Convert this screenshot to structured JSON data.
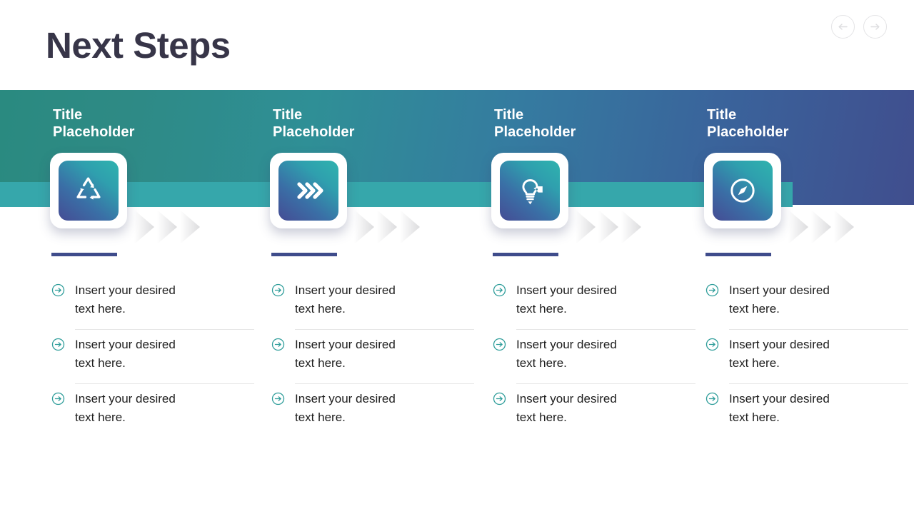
{
  "slide": {
    "title": "Next Steps",
    "title_color": "#373548",
    "background": "#ffffff"
  },
  "nav": {
    "prev_label": "Previous slide",
    "prev_icon": "arrow-left-circle-icon",
    "next_label": "Next slide",
    "next_icon": "arrow-right-circle-icon",
    "border_color": "#e4e4e6"
  },
  "banner": {
    "gradient_from": "#2a8a80",
    "gradient_to": "#404e8e",
    "stripe_color": "#36a7ab"
  },
  "theme": {
    "rule_bar_color": "#3f4c8b",
    "bullet_icon_color": "#2e9d9a",
    "chevron_color": "#e3e3e5",
    "tile_gradient_from": "#2fb3ae",
    "tile_gradient_to": "#454c94",
    "body_text_color": "#1d1d1d"
  },
  "columns": [
    {
      "title": "Title\nPlaceholder",
      "icon": "recycle-icon",
      "bullets": [
        {
          "icon": "arrow-right-circle-icon",
          "text": "Insert your desired\ntext here."
        },
        {
          "icon": "arrow-right-circle-icon",
          "text": "Insert your desired\ntext here."
        },
        {
          "icon": "arrow-right-circle-icon",
          "text": "Insert your desired\ntext here."
        }
      ]
    },
    {
      "title": "Title\nPlaceholder",
      "icon": "double-chevron-right-icon",
      "bullets": [
        {
          "icon": "arrow-right-circle-icon",
          "text": "Insert your desired\ntext here."
        },
        {
          "icon": "arrow-right-circle-icon",
          "text": "Insert your desired\ntext here."
        },
        {
          "icon": "arrow-right-circle-icon",
          "text": "Insert your desired\ntext here."
        }
      ]
    },
    {
      "title": "Title\nPlaceholder",
      "icon": "lightbulb-tag-icon",
      "bullets": [
        {
          "icon": "arrow-right-circle-icon",
          "text": "Insert your desired\ntext here."
        },
        {
          "icon": "arrow-right-circle-icon",
          "text": "Insert your desired\ntext here."
        },
        {
          "icon": "arrow-right-circle-icon",
          "text": "Insert your desired\ntext here."
        }
      ]
    },
    {
      "title": "Title\nPlaceholder",
      "icon": "compass-icon",
      "bullets": [
        {
          "icon": "arrow-right-circle-icon",
          "text": "Insert your desired\ntext here."
        },
        {
          "icon": "arrow-right-circle-icon",
          "text": "Insert your desired\ntext here."
        },
        {
          "icon": "arrow-right-circle-icon",
          "text": "Insert your desired\ntext here."
        }
      ]
    }
  ]
}
